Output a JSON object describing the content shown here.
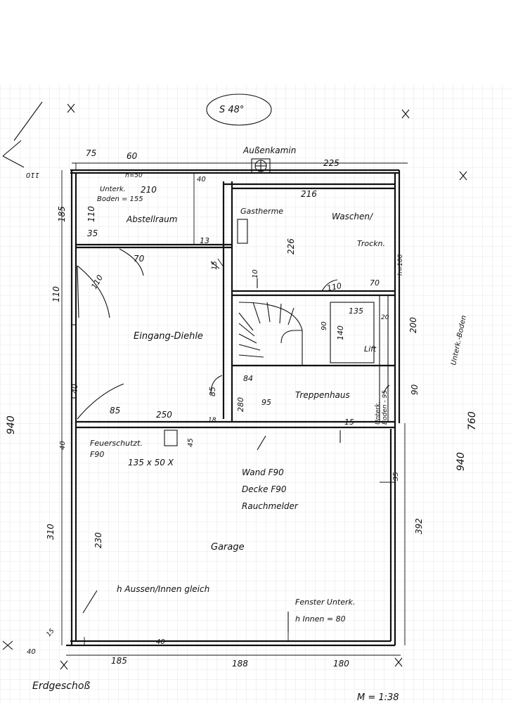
{
  "colors": {
    "ink": "#111111",
    "paper": "#ffffff",
    "grid": "#cfcfcf"
  },
  "north": "S 48°",
  "external": {
    "outdoor_chimney": "Außenkamin"
  },
  "rooms": {
    "storage": "Abstellraum",
    "boiler": "Gastherme",
    "laundry": "Waschen/",
    "laundry2": "Trockn.",
    "hall": "Eingang-Diehle",
    "stairs": "Treppenhaus",
    "garage": "Garage"
  },
  "notes": {
    "parapet_storage": "Unterk.",
    "parapet_storage2": "Boden = 155",
    "h50": "h=50",
    "fire_door": "Feuerschutzt.",
    "fire_door2": "F90",
    "door_size": "135 x 50 X",
    "wall_spec": "Wand F90",
    "ceiling_spec": "Decke F90",
    "smoke_detector": "Rauchmelder",
    "height_note": "h Aussen/Innen gleich",
    "window_note": "Fenster Unterk.",
    "window_note2": "h Innen = 80",
    "stair_note": "Unterk.",
    "stair_note2": "Boden - 95",
    "right_note": "Unterk.-Boden",
    "right_note2": "h=100",
    "lift": "Lift",
    "floor_label": "Erdgeschoß",
    "scale_label": "M = 1:38"
  },
  "dims": {
    "d_75": "75",
    "d_60": "60",
    "d_225": "225",
    "d_40_top": "40",
    "d_210": "210",
    "d_216": "216",
    "d_185_left": "185",
    "d_110": "110",
    "d_35": "35",
    "d_13": "13",
    "d_70": "70",
    "d_226": "226",
    "d_15a": "15",
    "d_10": "10",
    "d_110_door": "110",
    "d_70b": "70",
    "d_110_arc": "110",
    "d_90_stair": "90",
    "d_140": "140",
    "d_135": "135",
    "d_200": "200",
    "d_20": "20",
    "d_85_left": "85",
    "d_250": "250",
    "d_85_right": "85",
    "d_84": "84",
    "d_280": "280",
    "d_95": "95",
    "d_15b": "15",
    "d_90_right": "90",
    "d_40_left": "40",
    "d_40_hall": "40",
    "d_45": "45",
    "d_18": "18",
    "d_110_left": "110",
    "d_35_right": "35",
    "d_940_left": "940",
    "d_940_right": "940",
    "d_760": "760",
    "d_310": "310",
    "d_230": "230",
    "d_392": "392",
    "d_40_bottom": "40",
    "d_185_bottom": "185",
    "d_188": "188",
    "d_180": "180",
    "d_15_corner": "15",
    "d_40_corner": "40",
    "d_110_tl": "110"
  }
}
